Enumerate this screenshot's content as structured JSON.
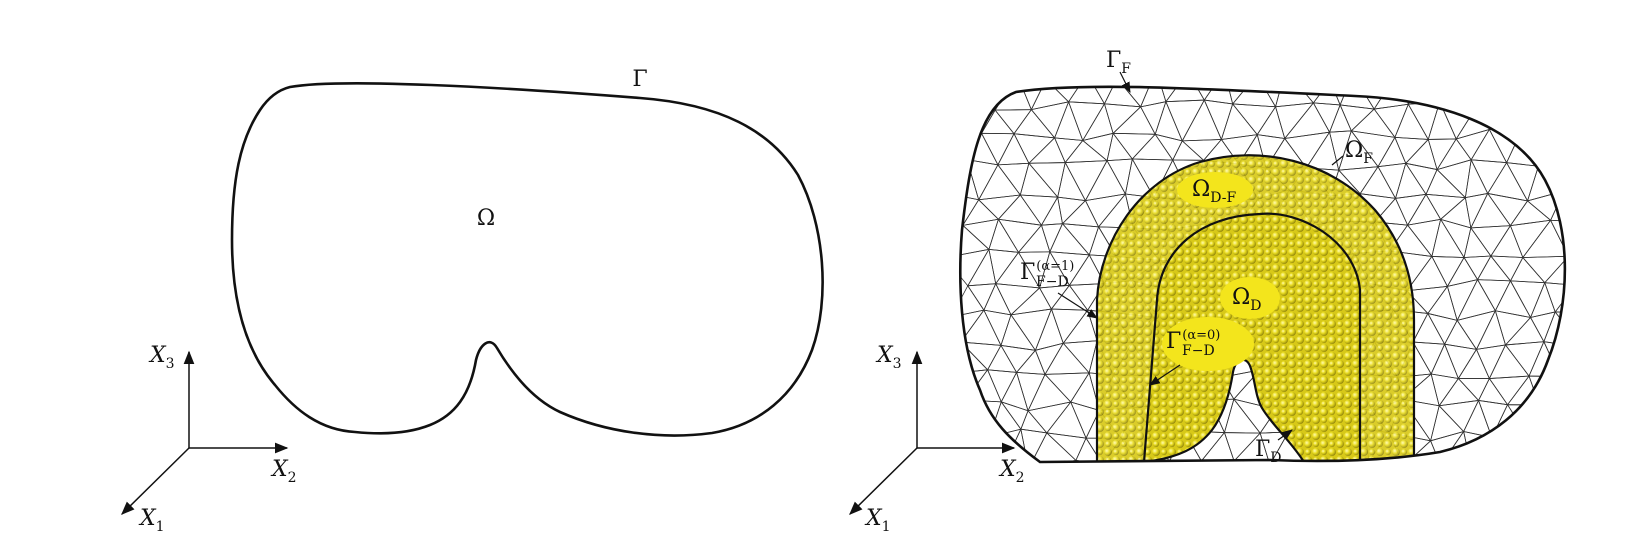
{
  "left_panel": {
    "boundary_label": "Γ",
    "domain_label": "Ω",
    "axes": {
      "x3": "X",
      "x3_sub": "3",
      "x2": "X",
      "x2_sub": "2",
      "x1": "X",
      "x1_sub": "1"
    }
  },
  "right_panel": {
    "gamma_f": {
      "main": "Γ",
      "sub": "F"
    },
    "omega_f": {
      "main": "Ω",
      "sub": "F"
    },
    "omega_df": {
      "main": "Ω",
      "sub": "D-F"
    },
    "omega_d": {
      "main": "Ω",
      "sub": "D"
    },
    "gamma_fd_outer": {
      "main": "Γ",
      "sup": "(α=1)",
      "sub": "F−D"
    },
    "gamma_fd_inner": {
      "main": "Γ",
      "sup": "(α=0)",
      "sub": "F−D"
    },
    "gamma_d": {
      "main": "Γ",
      "sub": "D"
    },
    "axes": {
      "x3": "X",
      "x3_sub": "3",
      "x2": "X",
      "x2_sub": "2",
      "x1": "X",
      "x1_sub": "1"
    }
  },
  "colors": {
    "line": "#111111",
    "mesh": "#333333",
    "yellow_fill": "#e6d81a",
    "yellow_light": "#f5ec4a",
    "yellow_dark": "#a89b0c",
    "label_bubble": "#f3e51c"
  }
}
